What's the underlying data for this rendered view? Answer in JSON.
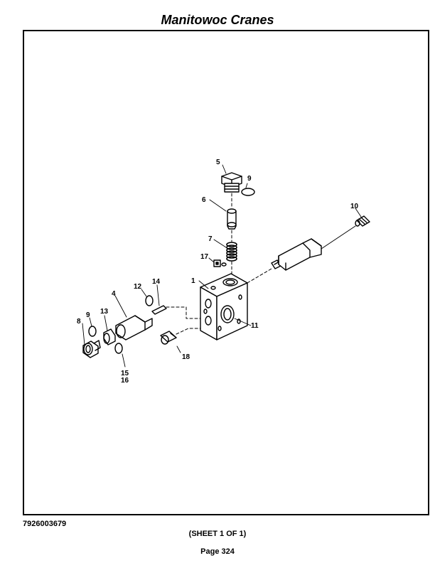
{
  "header": {
    "title": "Manitowoc Cranes"
  },
  "footer": {
    "part_number": "7926003679",
    "sheet": "(SHEET 1 OF 1)",
    "page": "Page 324"
  },
  "diagram": {
    "callouts": {
      "c1": "1",
      "c4": "4",
      "c5": "5",
      "c6": "6",
      "c7": "7",
      "c8": "8",
      "c9a": "9",
      "c9b": "9",
      "c10": "10",
      "c11": "11",
      "c12": "12",
      "c13": "13",
      "c14": "14",
      "c15": "15",
      "c16": "16",
      "c17": "17",
      "c18": "18"
    }
  }
}
